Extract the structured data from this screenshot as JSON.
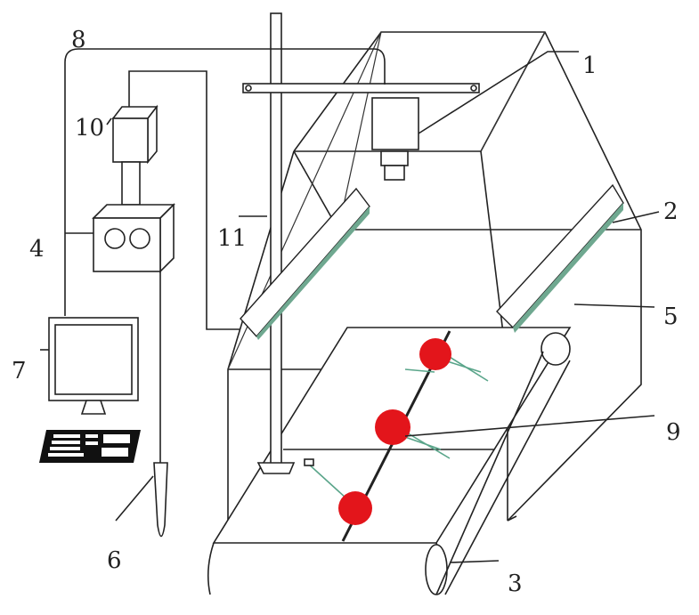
{
  "labels": {
    "l1": "1",
    "l2": "2",
    "l3": "3",
    "l4": "4",
    "l5": "5",
    "l6": "6",
    "l7": "7",
    "l8": "8",
    "l9": "9",
    "l10": "10",
    "l11": "11"
  },
  "colors": {
    "fruit": "#e3151b",
    "lamp_face": "#6fa890",
    "lamp_side": "#c9ddd4",
    "line": "#222222"
  }
}
